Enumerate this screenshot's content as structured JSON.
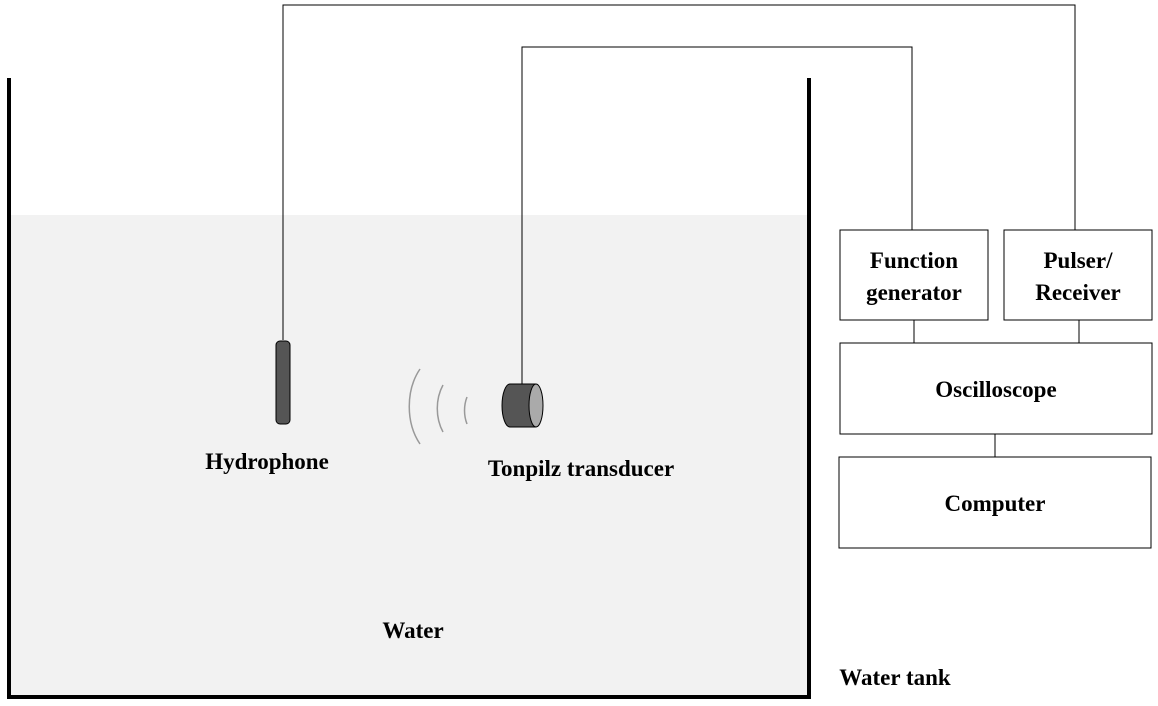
{
  "labels": {
    "hydrophone": "Hydrophone",
    "transducer": "Tonpilz transducer",
    "water": "Water",
    "water_tank": "Water tank"
  },
  "boxes": {
    "function_generator": {
      "line1": "Function",
      "line2": "generator"
    },
    "pulser_receiver": {
      "line1": "Pulser/",
      "line2": "Receiver"
    },
    "oscilloscope": "Oscilloscope",
    "computer": "Computer"
  },
  "colors": {
    "water_fill": "#f2f2f2",
    "device_fill": "#555555",
    "device_face": "#aaaaaa",
    "wave_stroke": "#999999",
    "line": "#000000"
  }
}
